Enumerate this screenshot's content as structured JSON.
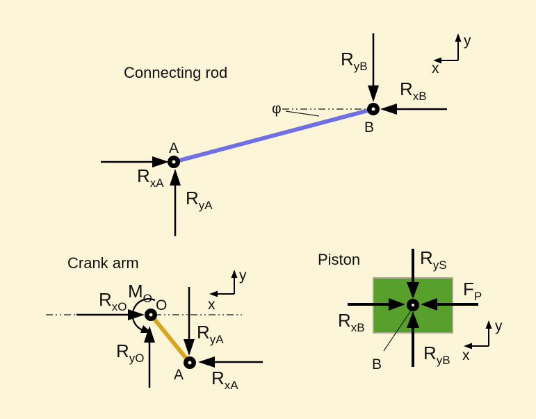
{
  "colors": {
    "background": "#fdf5d8",
    "rod_blue": "#6f6fe6",
    "crank_gold": "#d9a51f",
    "piston_green": "#58a02c",
    "piston_border": "#a3a98b"
  },
  "connecting_rod": {
    "title": "Connecting rod",
    "phi": "φ",
    "joint_a": "A",
    "joint_b": "B",
    "force_rxa": {
      "main": "R",
      "sub": "xA"
    },
    "force_rya": {
      "main": "R",
      "sub": "yA"
    },
    "force_ryb": {
      "main": "R",
      "sub": "yB"
    },
    "force_rxb": {
      "main": "R",
      "sub": "xB"
    },
    "axis_x": "x",
    "axis_y": "y"
  },
  "crank_arm": {
    "title": "Crank arm",
    "joint_o": "O",
    "joint_a": "A",
    "moment": {
      "main": "M",
      "sub": "O"
    },
    "force_rxo": {
      "main": "R",
      "sub": "xO"
    },
    "force_ryo": {
      "main": "R",
      "sub": "yO"
    },
    "force_rya": {
      "main": "R",
      "sub": "yA"
    },
    "force_rxa": {
      "main": "R",
      "sub": "xA"
    },
    "axis_x": "x",
    "axis_y": "y"
  },
  "piston": {
    "title": "Piston",
    "joint_b": "B",
    "force_rys": {
      "main": "R",
      "sub": "yS"
    },
    "force_fp": {
      "main": "F",
      "sub": "P"
    },
    "force_rxb": {
      "main": "R",
      "sub": "xB"
    },
    "force_ryb": {
      "main": "R",
      "sub": "yB"
    },
    "axis_x": "x",
    "axis_y": "y"
  }
}
